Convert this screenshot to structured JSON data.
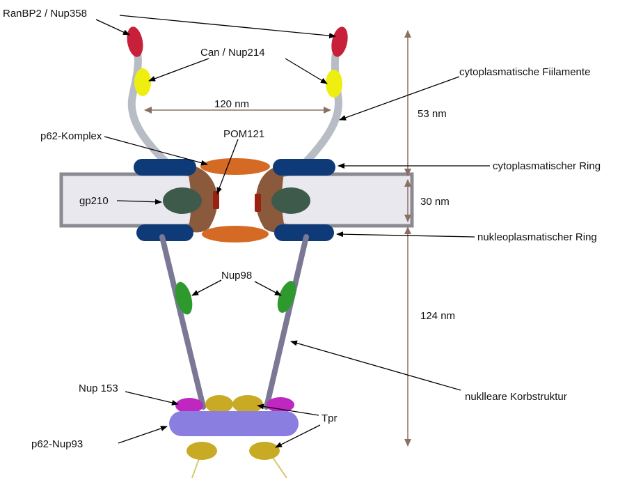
{
  "labels": {
    "ranbp2": "RanBP2 / Nup358",
    "can": "Can / Nup214",
    "cyto_filaments": "cytoplasmatische Fiilamente",
    "width_120": "120 nm",
    "height_53": "53 nm",
    "p62_complex": "p62-Komplex",
    "pom121": "POM121",
    "cyto_ring": "cytoplasmatischer Ring",
    "gp210": "gp210",
    "height_30": "30 nm",
    "nucleo_ring": "nukleoplasmatischer Ring",
    "nup98": "Nup98",
    "height_124": "124 nm",
    "basket": "nuklleare Korbstruktur",
    "nup153": "Nup 153",
    "tpr": "Tpr",
    "p62_nup93": "p62-Nup93"
  },
  "colors": {
    "ranbp2": "#c8203a",
    "can": "#eeee10",
    "filament": "#b8bcc4",
    "ring": "#0e3a78",
    "p62": "#d46a24",
    "membrane_fill": "#e8e8ee",
    "membrane_edge": "#8a8a92",
    "brown": "#8b5a3c",
    "pom121": "#9a2010",
    "gp210": "#3d5a4a",
    "nup98": "#2e9a2e",
    "basket": "#7a7894",
    "nup153": "#c026c0",
    "tpr": "#c8aa24",
    "nup93": "#8a7ee0",
    "dimension": "#8a7060",
    "arrow": "#000000"
  }
}
